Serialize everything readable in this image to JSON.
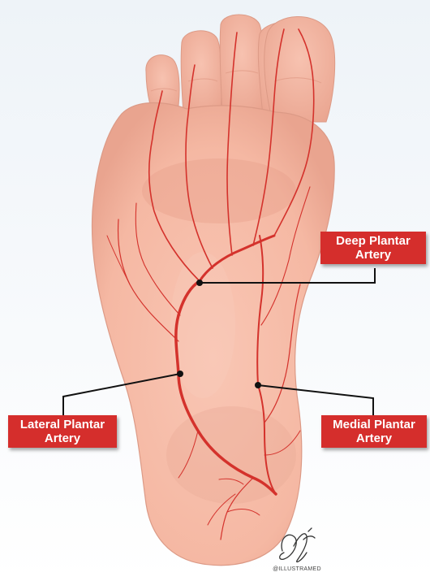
{
  "labels": {
    "deep_plantar": {
      "line1": "Deep Plantar",
      "line2": "Artery"
    },
    "lateral_plantar": {
      "line1": "Lateral Plantar",
      "line2": "Artery"
    },
    "medial_plantar": {
      "line1": "Medial Plantar",
      "line2": "Artery"
    }
  },
  "credit": "@ILLUSTRAMED",
  "colors": {
    "artery": "#d4322c",
    "label_background": "#d52e2c",
    "label_text": "#ffffff",
    "skin": "#f6bdaa",
    "background_top": "#f1f5f9"
  }
}
